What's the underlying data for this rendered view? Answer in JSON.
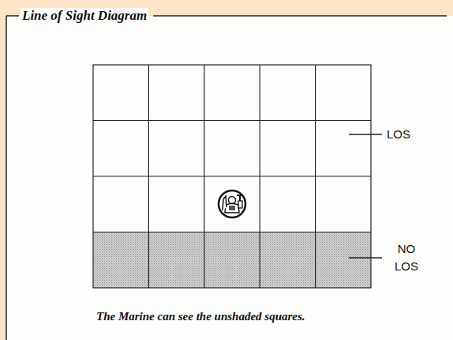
{
  "diagram": {
    "title": "Line of Sight Diagram",
    "caption": "The Marine can see the unshaded squares.",
    "labels": [
      "LOS",
      "NO LOS"
    ]
  }
}
